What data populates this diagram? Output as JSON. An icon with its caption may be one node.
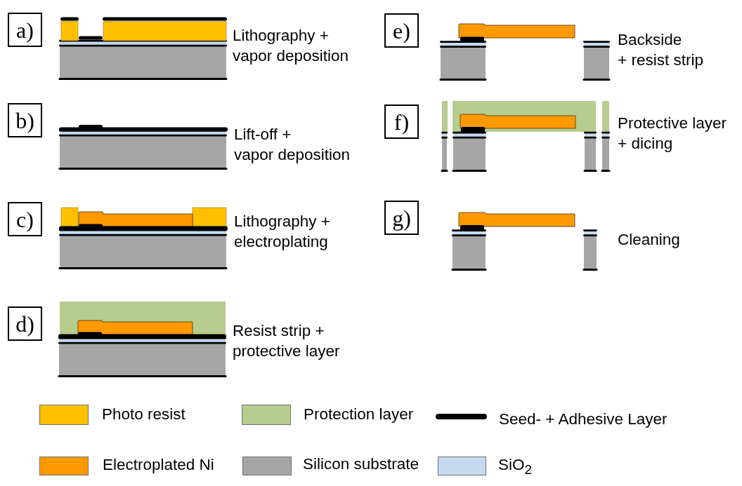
{
  "diagram": {
    "nodes": [
      {
        "text": [
          "a)"
        ]
      },
      {
        "text": [
          "b)"
        ]
      },
      {
        "text": [
          "c)"
        ]
      },
      {
        "text": [
          "d)"
        ]
      },
      {
        "text": [
          "e)"
        ]
      },
      {
        "text": [
          "f)"
        ]
      },
      {
        "text": [
          "g)"
        ]
      }
    ],
    "labels": [
      "Lithography + vapor deposition",
      "Lift-off + vapor deposition",
      "Lithography + electroplating",
      "Resist strip + protective layer",
      "Backside + resist strip",
      "Protective layer + dicing",
      "Cleaning"
    ],
    "legend": [
      {
        "text": "Photo resist",
        "color": "#ffc000"
      },
      {
        "text": "Protection layer",
        "color": "#b7cc8f"
      },
      {
        "text": "Seed- + Adhesive Layer"
      },
      {
        "text": "Electroplated Ni",
        "color": "#ff9900"
      },
      {
        "text": "Silicon substrate",
        "color": "#a6a6a6"
      },
      {
        "text": "SiO$_{2}$",
        "color": "#c6d9f1"
      }
    ]
  }
}
